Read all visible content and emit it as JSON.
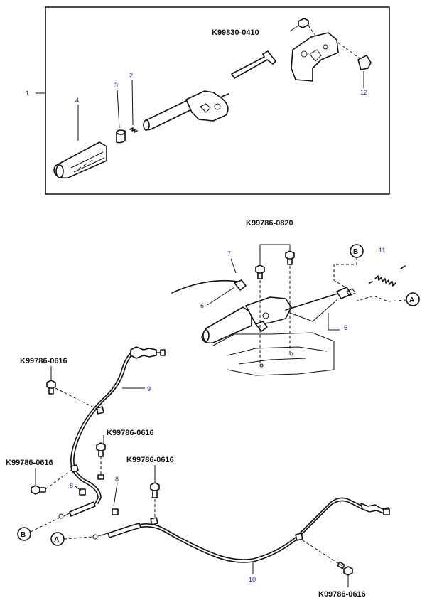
{
  "part_numbers": {
    "bolt_top": "K99830-0410",
    "bolt_pair": "K99786-0820",
    "bolt_left_upper": "K99786-0616",
    "bolt_mid": "K99786-0616",
    "bolt_left_lower": "K99786-0616",
    "bolt_center": "K99786-0616",
    "bolt_bottom": "K99786-0616"
  },
  "callouts": {
    "c1": "1",
    "c2": "2",
    "c3": "3",
    "c4": "4",
    "c5": "5",
    "c6": "6",
    "c7": "7",
    "c8a": "8",
    "c8b": "8",
    "c9": "9",
    "c10": "10",
    "c11": "11",
    "c12": "12"
  },
  "connectors": {
    "a_right": "A",
    "b_top": "B",
    "b_left": "B",
    "a_left": "A"
  },
  "colors": {
    "line": "#111111",
    "callout": "#1a2a9a"
  }
}
